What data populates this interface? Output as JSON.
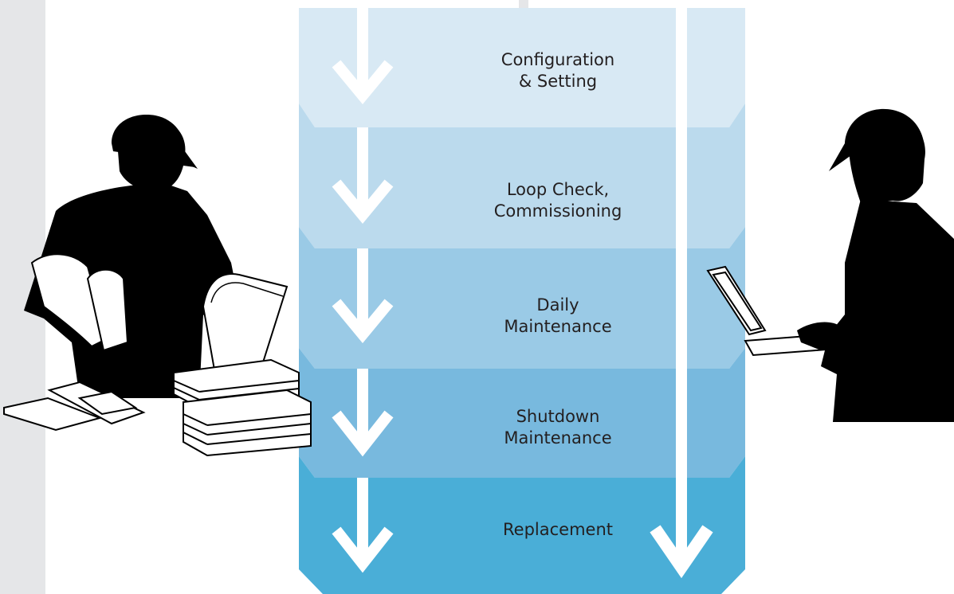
{
  "stages": [
    {
      "line1": "Configuration",
      "line2": "& Setting",
      "color": "#d8e9f4"
    },
    {
      "line1": "Loop Check,",
      "line2": "Commissioning",
      "color": "#bbdaed"
    },
    {
      "line1": "Daily",
      "line2": "Maintenance",
      "color": "#9acae6"
    },
    {
      "line1": "Shutdown",
      "line2": "Maintenance",
      "color": "#78b9de"
    },
    {
      "line1": "Replacement",
      "line2": "",
      "color": "#4aaed7"
    }
  ],
  "figures": {
    "left": "worker-with-paper-documents",
    "right": "worker-with-laptop"
  }
}
